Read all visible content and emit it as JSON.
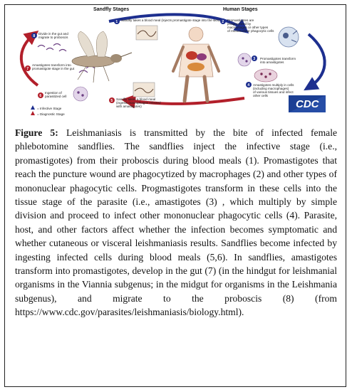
{
  "figure": {
    "sandfly_stages": "Sandfly Stages",
    "human_stages": "Human Stages",
    "step1": "Sandfly takes a blood meal (injects promastigote stage into the skin)",
    "step2": "Promastigotes are phagocytized by macrophages or other types of mononuclear phagocytic cells",
    "step3": "Promastigotes transform into amastigotes",
    "step4": "Amastigotes multiply in cells (including macrophages) of various tissues and infect other cells",
    "step5": "Sandfly takes a blood meal (ingests macrophages infected with amastigotes)",
    "step6": "Ingestion of parasitized cell",
    "step7": "Amastigotes transform into promastigote stage in the gut",
    "step8": "Divide in the gut and migrate to proboscis",
    "legend_infective": "= Infective Stage",
    "legend_diagnostic": "= Diagnostic Stage",
    "logo_text": "CDC"
  },
  "caption": {
    "label": "Figure 5:",
    "text": "Leishmaniasis is transmitted by the bite of infected female phlebotomine sandflies. The sandflies inject the infective stage (i.e., promastigotes) from their proboscis during blood meals (1). Promastigotes that reach the puncture wound are phagocytized by macrophages (2) and other types of mononuclear phagocytic cells. Progmastigotes transform in these cells into the tissue stage of the parasite (i.e., amastigotes (3) , which multiply by simple division and proceed to infect other mononuclear phagocytic cells (4). Parasite, host, and other factors affect whether the infection becomes symptomatic and whether cutaneous or visceral leishmaniasis results. Sandflies become infected by ingesting infected cells during blood meals (5,6). In sandflies, amastigotes transform into promastigotes, develop in the gut (7) (in the hindgut for leishmanial organisms in the Viannia subgenus; in the midgut for organisms in the Leishmania subgenus), and migrate to the proboscis (8) (from https://www.cdc.gov/parasites/leishmaniasis/biology.html)."
  },
  "colors": {
    "cycle_blue": "#1d2f8f",
    "cycle_red": "#b21f2a",
    "cdc_blue": "#1c3f94"
  }
}
